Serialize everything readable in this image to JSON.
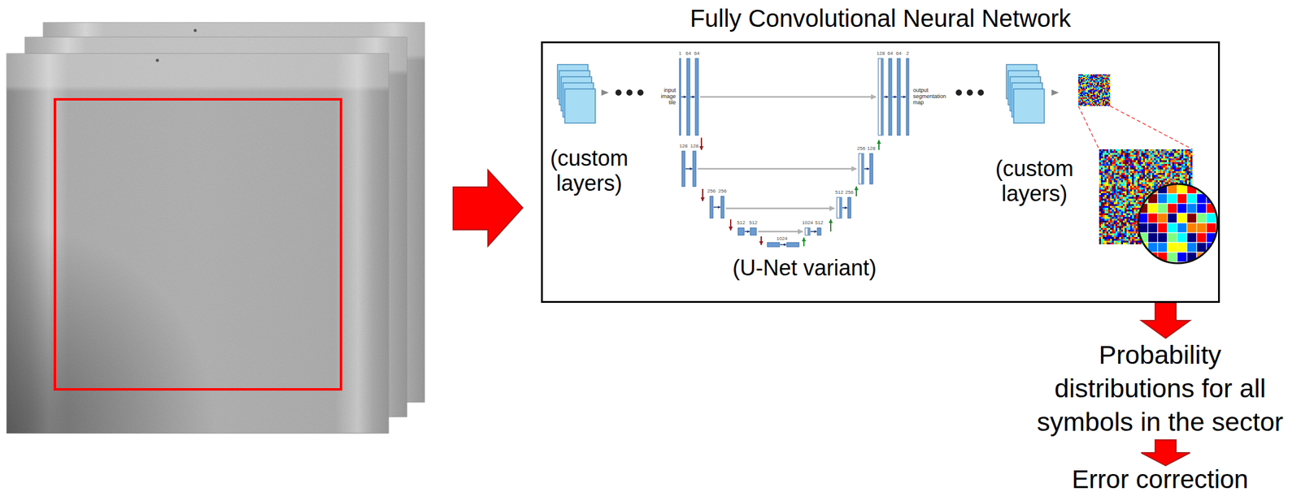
{
  "diagram": {
    "nodes": [
      {
        "text": [
          "Fully Convolutional Neural Network"
        ]
      },
      {
        "text": [
          "Probability distributions for all symbols in the sector"
        ]
      },
      {
        "text": [
          "Error correction"
        ]
      }
    ],
    "edges": [
      {
        "from": 0,
        "to": 1,
        "arrow": "to"
      },
      {
        "from": 1,
        "to": 2,
        "arrow": "to"
      }
    ],
    "labels": [
      "(custom layers)",
      "(U-Net variant)",
      "(custom layers)",
      "1",
      "64",
      "64",
      "input image tile",
      "128",
      "64",
      "64",
      "2",
      "output segmentation map",
      "128",
      "128",
      "256",
      "128",
      "256",
      "256",
      "512",
      "256",
      "512",
      "512",
      "1024",
      "512",
      "1024"
    ]
  }
}
